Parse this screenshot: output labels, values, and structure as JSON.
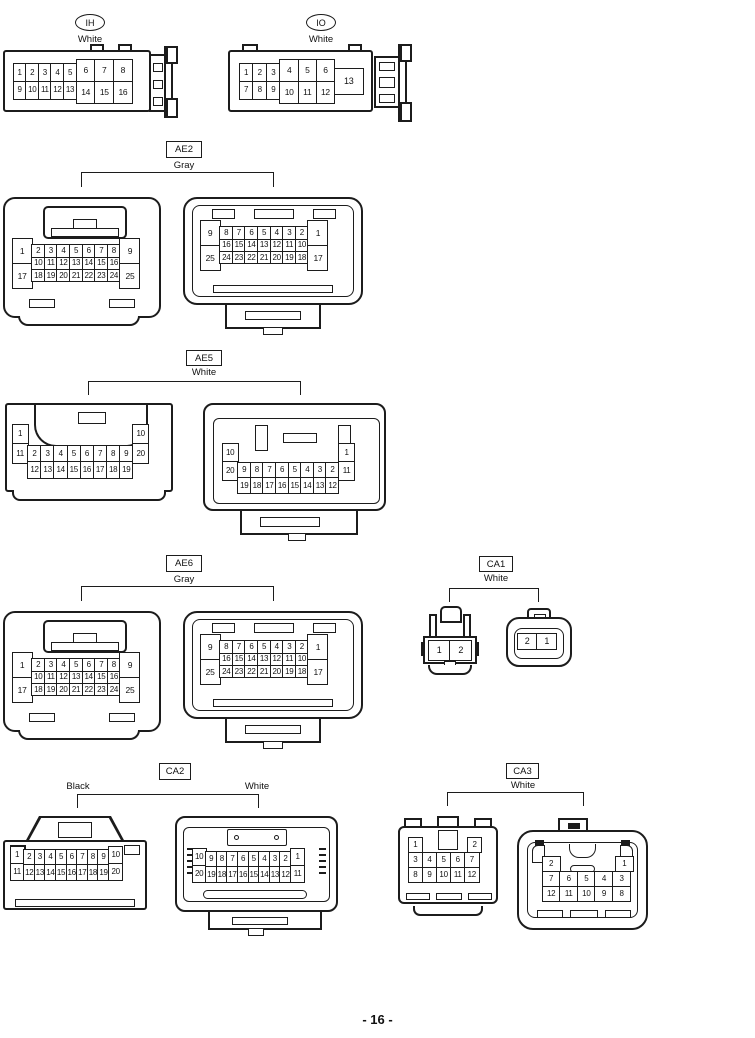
{
  "page": {
    "number": "- 16 -"
  },
  "connector_groups": [
    {
      "id": "IH",
      "label": "IH",
      "color": "White"
    },
    {
      "id": "IO",
      "label": "IO",
      "color": "White"
    },
    {
      "id": "AE2",
      "label": "AE2",
      "color": "Gray"
    },
    {
      "id": "AE5",
      "label": "AE5",
      "color": "White"
    },
    {
      "id": "AE6",
      "label": "AE6",
      "color": "Gray"
    },
    {
      "id": "CA1",
      "label": "CA1",
      "color": "White"
    },
    {
      "id": "CA2",
      "label": "CA2",
      "color_left": "Black",
      "color_right": "White"
    },
    {
      "id": "CA3",
      "label": "CA3",
      "color": "White"
    }
  ],
  "pinouts": {
    "IH": {
      "sections": [
        {
          "rows": [
            [
              "1",
              "2",
              "3",
              "4",
              "5"
            ],
            [
              "9",
              "10",
              "11",
              "12",
              "13"
            ]
          ]
        },
        {
          "wide": true,
          "rows": [
            [
              "6",
              "7",
              "8"
            ],
            [
              "14",
              "15",
              "16"
            ]
          ]
        }
      ]
    },
    "IO": {
      "sections": [
        {
          "rows": [
            [
              "1",
              "2",
              "3"
            ],
            [
              "7",
              "8",
              "9"
            ]
          ]
        },
        {
          "wide": true,
          "rows": [
            [
              "4",
              "5",
              "6"
            ],
            [
              "10",
              "11",
              "12"
            ]
          ]
        },
        {
          "single": true,
          "rows": [
            [
              "13"
            ]
          ]
        }
      ]
    },
    "AE2_left": {
      "left": [
        "1",
        "17"
      ],
      "grid": [
        [
          "2",
          "3",
          "4",
          "5",
          "6",
          "7",
          "8"
        ],
        [
          "10",
          "11",
          "12",
          "13",
          "14",
          "15",
          "16"
        ],
        [
          "18",
          "19",
          "20",
          "21",
          "22",
          "23",
          "24"
        ]
      ],
      "right": [
        "9",
        "25"
      ]
    },
    "AE2_right": {
      "left": [
        "9",
        "25"
      ],
      "grid": [
        [
          "8",
          "7",
          "6",
          "5",
          "4",
          "3",
          "2"
        ],
        [
          "16",
          "15",
          "14",
          "13",
          "12",
          "11",
          "10"
        ],
        [
          "24",
          "23",
          "22",
          "21",
          "20",
          "19",
          "18"
        ]
      ],
      "right": [
        "1",
        "17"
      ]
    },
    "AE5_left": {
      "left": [
        "1",
        "11"
      ],
      "grid": [
        [
          "2",
          "3",
          "4",
          "5",
          "6",
          "7",
          "8",
          "9"
        ],
        [
          "12",
          "13",
          "14",
          "15",
          "16",
          "17",
          "18",
          "19"
        ]
      ],
      "right": [
        "10",
        "20"
      ]
    },
    "AE5_right": {
      "left": [
        "10",
        "20"
      ],
      "grid": [
        [
          "9",
          "8",
          "7",
          "6",
          "5",
          "4",
          "3",
          "2"
        ],
        [
          "19",
          "18",
          "17",
          "16",
          "15",
          "14",
          "13",
          "12"
        ]
      ],
      "right": [
        "1",
        "11"
      ]
    },
    "AE6_left": {
      "left": [
        "1",
        "17"
      ],
      "grid": [
        [
          "2",
          "3",
          "4",
          "5",
          "6",
          "7",
          "8"
        ],
        [
          "10",
          "11",
          "12",
          "13",
          "14",
          "15",
          "16"
        ],
        [
          "18",
          "19",
          "20",
          "21",
          "22",
          "23",
          "24"
        ]
      ],
      "right": [
        "9",
        "25"
      ]
    },
    "AE6_right": {
      "left": [
        "9",
        "25"
      ],
      "grid": [
        [
          "8",
          "7",
          "6",
          "5",
          "4",
          "3",
          "2"
        ],
        [
          "16",
          "15",
          "14",
          "13",
          "12",
          "11",
          "10"
        ],
        [
          "24",
          "23",
          "22",
          "21",
          "20",
          "19",
          "18"
        ]
      ],
      "right": [
        "1",
        "17"
      ]
    },
    "CA1_left": {
      "grid": [
        [
          "1",
          "2"
        ]
      ]
    },
    "CA1_right": {
      "grid": [
        [
          "2",
          "1"
        ]
      ]
    },
    "CA2_left": {
      "left": [
        "1",
        "11"
      ],
      "grid": [
        [
          "2",
          "3",
          "4",
          "5",
          "6",
          "7",
          "8",
          "9"
        ],
        [
          "12",
          "13",
          "14",
          "15",
          "16",
          "17",
          "18",
          "19"
        ]
      ],
      "right": [
        "10",
        "20"
      ]
    },
    "CA2_right": {
      "left": [
        "10",
        "20"
      ],
      "grid": [
        [
          "9",
          "8",
          "7",
          "6",
          "5",
          "4",
          "3",
          "2"
        ],
        [
          "19",
          "18",
          "17",
          "16",
          "15",
          "14",
          "13",
          "12"
        ]
      ],
      "right": [
        "1",
        "11"
      ]
    },
    "CA3_left": {
      "grid": [
        [
          "1",
          "",
          "2"
        ],
        [
          "3",
          "4",
          "5",
          "6",
          "7"
        ],
        [
          "8",
          "9",
          "10",
          "11",
          "12"
        ]
      ]
    },
    "CA3_right": {
      "grid": [
        [
          "2",
          "",
          "1"
        ],
        [
          "7",
          "6",
          "5",
          "4",
          "3"
        ],
        [
          "12",
          "11",
          "10",
          "9",
          "8"
        ]
      ]
    }
  }
}
